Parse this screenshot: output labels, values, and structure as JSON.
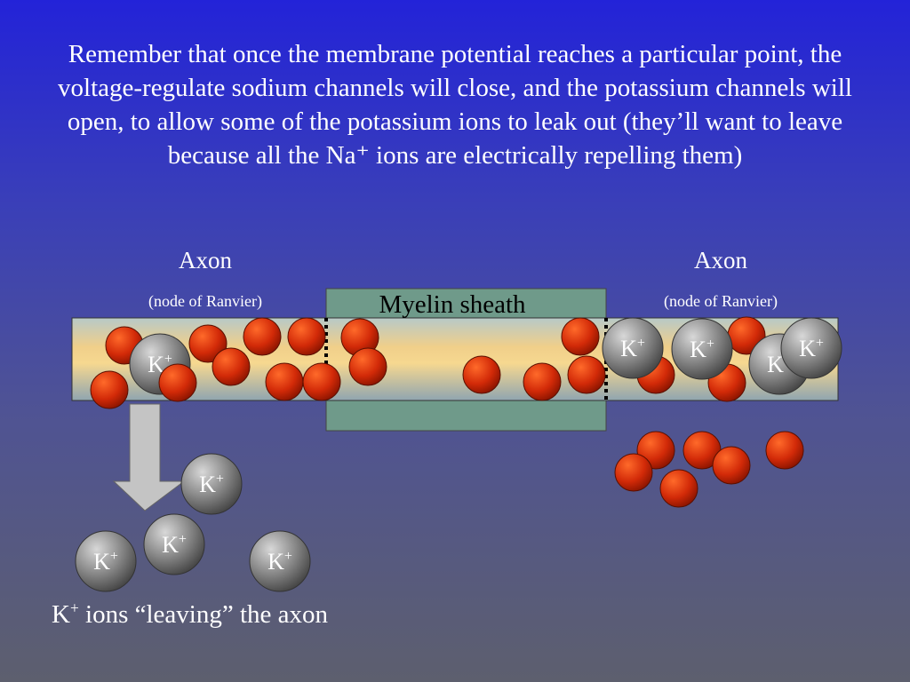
{
  "slide": {
    "intro_text": "Remember that once the membrane potential reaches a particular point, the voltage-regulate sodium channels will close, and the potassium channels will open, to allow some of the potassium ions to leak out (they’ll want to leave because all the Na⁺ ions are electrically repelling them)",
    "labels": {
      "axon_left": "Axon",
      "axon_left_sub": "(node of Ranvier)",
      "axon_right": "Axon",
      "axon_right_sub": "(node of Ranvier)",
      "myelin": "Myelin sheath"
    },
    "ion_label": "K",
    "ion_charge": "+",
    "bottom_caption": {
      "prefix": "K",
      "charge": "+",
      "text": " ions “leaving” the axon"
    }
  },
  "colors": {
    "sodium_ion": "#cc2a08",
    "potassium_ion": "#6a6a6a",
    "myelin": "#6f9a8a",
    "axon_core": "#f3d28a",
    "arrow": "#c0c0c0"
  }
}
